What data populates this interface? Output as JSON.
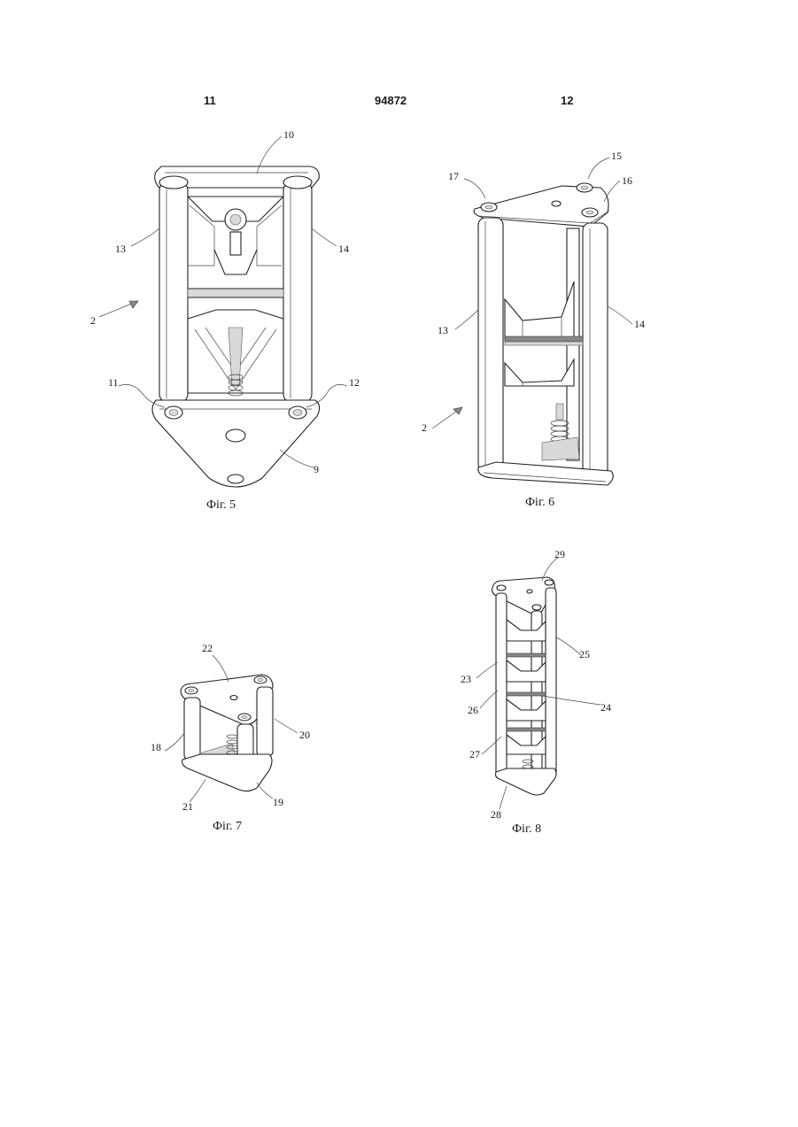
{
  "header": {
    "left_page": "11",
    "patent_number": "94872",
    "right_page": "12"
  },
  "figures": [
    {
      "caption": "Фіг. 5",
      "labels": [
        "10",
        "13",
        "14",
        "2",
        "11",
        "12",
        "9"
      ]
    },
    {
      "caption": "Фіг. 6",
      "labels": [
        "17",
        "15",
        "16",
        "13",
        "14",
        "2"
      ]
    },
    {
      "caption": "Фіг. 7",
      "labels": [
        "22",
        "18",
        "20",
        "21",
        "19"
      ]
    },
    {
      "caption": "Фіг. 8",
      "labels": [
        "29",
        "25",
        "23",
        "24",
        "26",
        "27",
        "28"
      ]
    }
  ]
}
